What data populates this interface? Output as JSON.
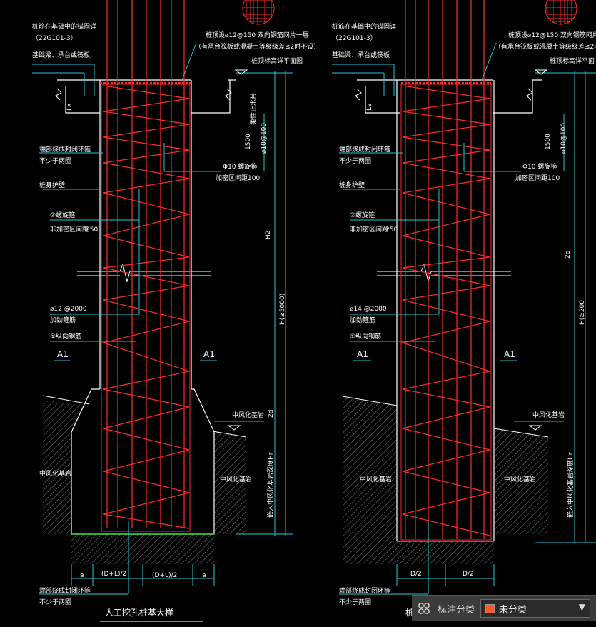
{
  "colors": {
    "background": "#000000",
    "rebar": "#ff2a2a",
    "dim": "#29c4d4",
    "outline": "#ffffff",
    "ground": "#33cc33",
    "hatch": "#8a8a8a"
  },
  "left": {
    "anchor_note_1": "桩筋在基础中的锚固详",
    "anchor_note_2": "（22G101-3）",
    "cap_note": "基础梁、承台或筏板",
    "rebar_mesh_1": "桩顶设⌀12@150 双向钢筋网片一层",
    "rebar_mesh_2": "（有承台筏板或混凝土等级级差≤2时不设）",
    "top_elev": "桩顶标高详平面图",
    "la_dim": "La",
    "side_note": "柔性止水带",
    "dim_1500": "1500",
    "d10_label": "⌀10@100",
    "seal_ring_1": "端部烧成封闭环箍",
    "seal_ring_2": "不少于两圈",
    "spiral_d10_1": "Φ10 螺旋箍",
    "spiral_d10_2": "加密区间距100",
    "pile_wall": "桩身护壁",
    "spiral2_1": "②螺旋箍",
    "spiral2_2": "非加密区间距",
    "spiral2_3": "250",
    "h2": "H2",
    "h_ge": "H(≥5000)",
    "stiff_1": "⌀12 @2000",
    "stiff_2": "加劲箍筋",
    "long_bar": "①纵向钢筋",
    "a1_left": "A1",
    "a1_right": "A1",
    "mid_rock_r": "中风化基岩",
    "mid_rock_l": "中风化基岩",
    "mid_rock_side": "中风化基岩",
    "hr_label": "嵌入中风化基岩深度Hr",
    "two_d": "2d",
    "dim_a1": "a",
    "dim_dl1": "(D+L)/2",
    "dim_dl2": "(D+L)/2",
    "dim_a2": "a",
    "bottom_seal_1": "端部烧成封闭环箍",
    "bottom_seal_2": "不少于两圈",
    "title": "人工挖孔桩基大样"
  },
  "right": {
    "anchor_note_1": "桩筋在基础中的锚固详",
    "anchor_note_2": "（22G101-3）",
    "cap_note": "基础梁、承台或筏板",
    "rebar_mesh_1": "桩顶设⌀12@150 双向钢筋网片一",
    "rebar_mesh_2": "（有承台筏板或混凝土等级级差≤2时不",
    "top_elev": "桩顶标高详平面",
    "la_dim": "La",
    "dim_1500": "1500",
    "d10_label": "⌀10@100",
    "seal_ring_1": "端部烧成封闭环箍",
    "seal_ring_2": "不少于两圈",
    "spiral_d10_1": "Φ10 螺旋箍",
    "spiral_d10_2": "加密区间距100",
    "pile_wall": "桩身护壁",
    "spiral2_1": "②螺旋箍",
    "spiral2_2": "非加密区间距",
    "spiral2_3": "250",
    "two_d_top": "2d",
    "h_ge": "H(≥200",
    "stiff_1": "⌀14 @2000",
    "stiff_2": "加劲箍筋",
    "long_bar": "①纵向钢筋",
    "a1_left": "A1",
    "a1_right": "A1",
    "mid_rock_r": "中风化基岩",
    "mid_rock_l": "中风化基岩",
    "mid_rock_side": "中风化基岩",
    "hr_label": "嵌入中风化基岩深度Hr",
    "dim_d1": "D/2",
    "dim_d2": "D/2",
    "bottom_seal_1": "端部烧成封闭环箍",
    "bottom_seal_2": "不少于两圈",
    "title_partial": "桩"
  },
  "toolbar": {
    "icon": "grid-icon",
    "label": "标注分类",
    "selected": "未分类",
    "swatch": "#ff5a1f"
  }
}
